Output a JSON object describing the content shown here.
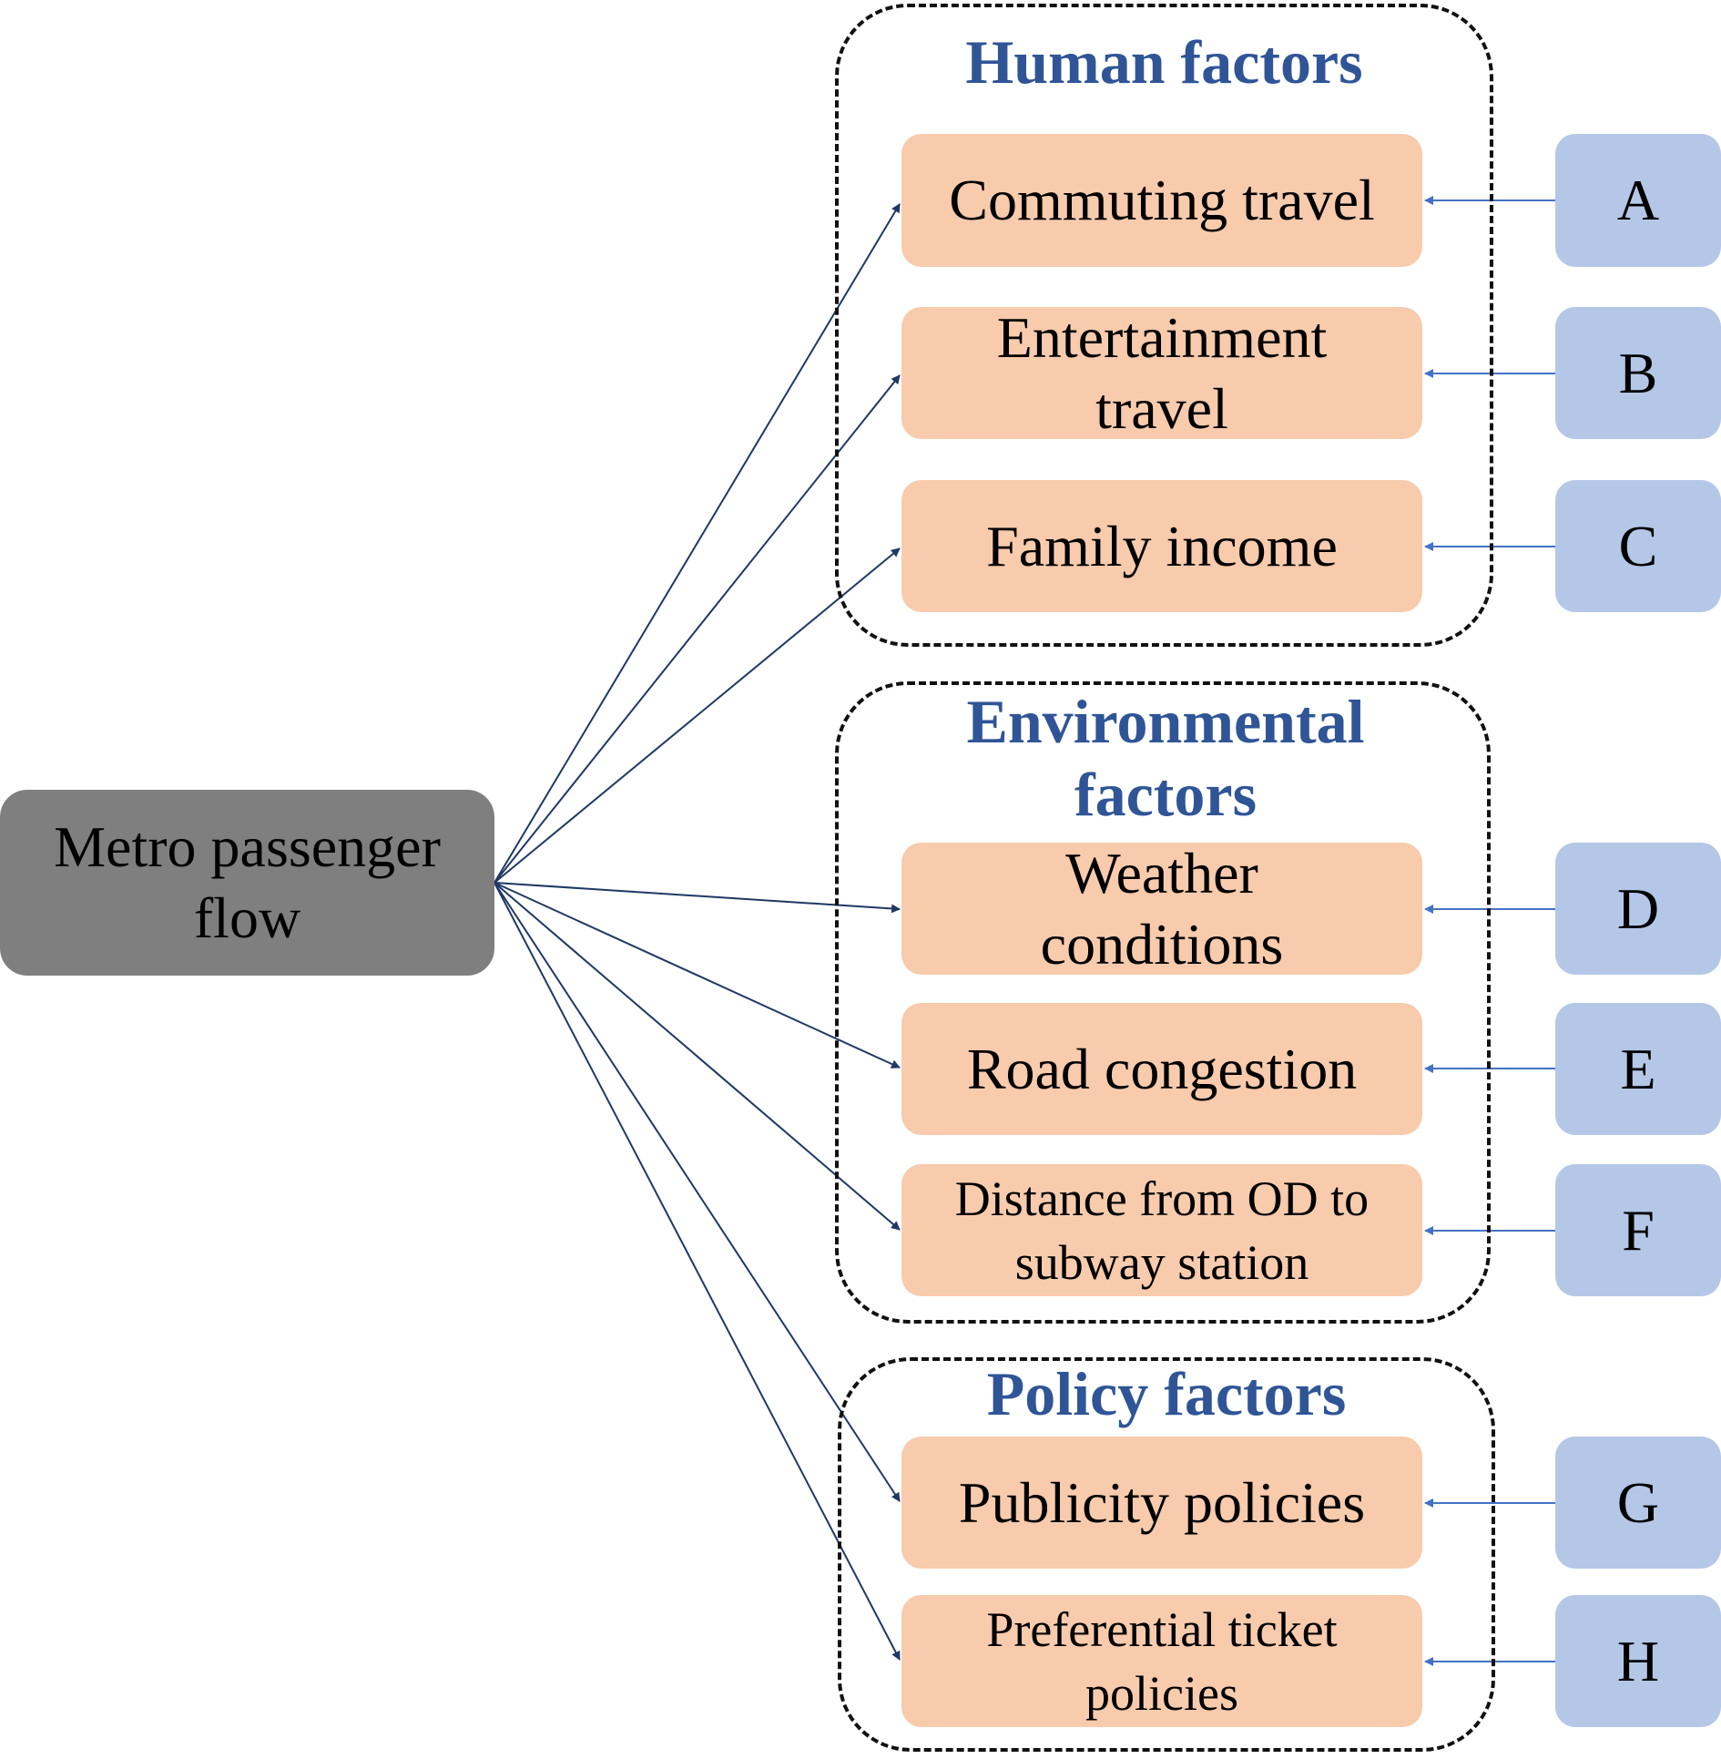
{
  "root": {
    "label": "Metro passenger flow"
  },
  "groups": [
    {
      "title": "Human factors",
      "factors": [
        {
          "label": "Commuting travel",
          "tag": "A"
        },
        {
          "label": "Entertainment travel",
          "tag": "B"
        },
        {
          "label": "Family income",
          "tag": "C"
        }
      ]
    },
    {
      "title": "Environmental factors",
      "factors": [
        {
          "label": "Weather conditions",
          "tag": "D"
        },
        {
          "label": "Road congestion",
          "tag": "E"
        },
        {
          "label": "Distance from OD to subway station",
          "tag": "F"
        }
      ]
    },
    {
      "title": "Policy factors",
      "factors": [
        {
          "label": "Publicity policies",
          "tag": "G"
        },
        {
          "label": "Preferential ticket policies",
          "tag": "H"
        }
      ]
    }
  ],
  "colors": {
    "root_fill": "#7f7f7f",
    "factor_fill": "#f8cbad",
    "tag_fill": "#b4c7e7",
    "group_title": "#2f5597",
    "root_arrows": "#1f3864",
    "tag_arrows": "#4472c4"
  }
}
